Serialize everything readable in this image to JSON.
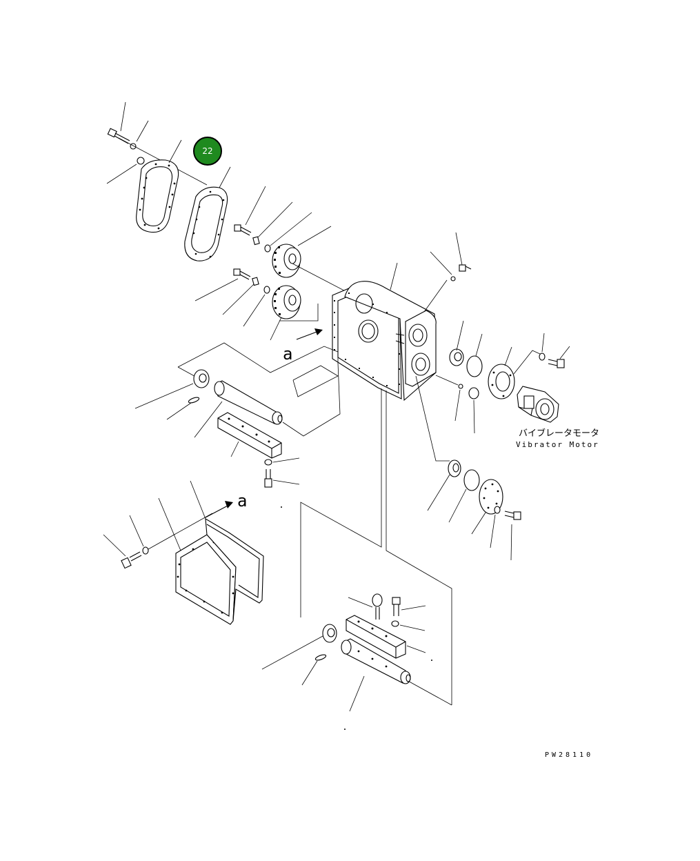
{
  "callout": {
    "number": "22",
    "color": "#1f8a1f"
  },
  "labels": {
    "view_marker_top": "a",
    "view_marker_bottom": "a",
    "motor_name_jp": "バイブレータモータ",
    "motor_name_en": "Vibrator Motor",
    "drawing_code": "PW28110"
  }
}
